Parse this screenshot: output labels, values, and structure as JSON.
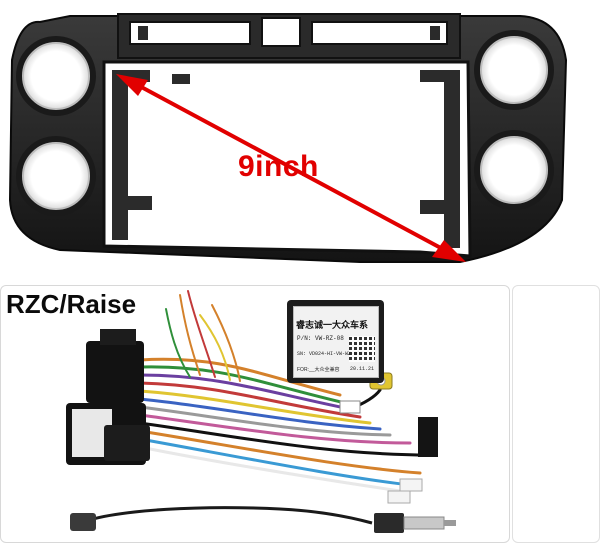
{
  "image": {
    "size_label": "9inch",
    "brand_label": "RZC/Raise",
    "module": {
      "brand": "睿志诚一大众车系",
      "part_number": "P/N: VW-RZ-08",
      "serial": "SN: VD024-HI-VW-WZ-003",
      "for_label": "FOR:__大众全兼容",
      "date": "20.11.21"
    },
    "colors": {
      "arrow": "#e10000",
      "frame": "#242424",
      "label": "#0b0b0b"
    }
  }
}
